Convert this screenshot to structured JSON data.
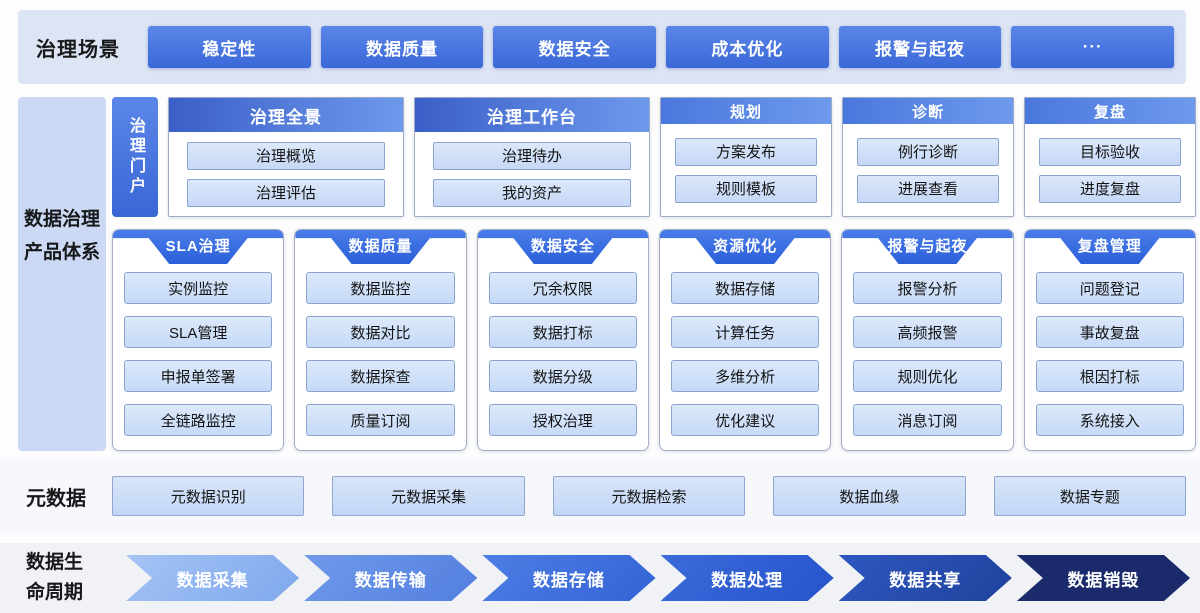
{
  "scenarios": {
    "label": "治理场景",
    "items": [
      "稳定性",
      "数据质量",
      "数据安全",
      "成本优化",
      "报警与起夜",
      "···"
    ]
  },
  "product_system": {
    "label_line1": "数据治理",
    "label_line2": "产品体系",
    "portal_tab": "治理门户",
    "portal_cards": [
      {
        "title": "治理全景",
        "items": [
          "治理概览",
          "治理评估"
        ]
      },
      {
        "title": "治理工作台",
        "items": [
          "治理待办",
          "我的资产"
        ]
      },
      {
        "title": "规划",
        "items": [
          "方案发布",
          "规则模板"
        ]
      },
      {
        "title": "诊断",
        "items": [
          "例行诊断",
          "进展查看"
        ]
      },
      {
        "title": "复盘",
        "items": [
          "目标验收",
          "进度复盘"
        ]
      }
    ],
    "columns": [
      {
        "title": "SLA治理",
        "items": [
          "实例监控",
          "SLA管理",
          "申报单签署",
          "全链路监控"
        ]
      },
      {
        "title": "数据质量",
        "items": [
          "数据监控",
          "数据对比",
          "数据探查",
          "质量订阅"
        ]
      },
      {
        "title": "数据安全",
        "items": [
          "冗余权限",
          "数据打标",
          "数据分级",
          "授权治理"
        ]
      },
      {
        "title": "资源优化",
        "items": [
          "数据存储",
          "计算任务",
          "多维分析",
          "优化建议"
        ]
      },
      {
        "title": "报警与起夜",
        "items": [
          "报警分析",
          "高频报警",
          "规则优化",
          "消息订阅"
        ]
      },
      {
        "title": "复盘管理",
        "items": [
          "问题登记",
          "事故复盘",
          "根因打标",
          "系统接入"
        ]
      }
    ]
  },
  "metadata": {
    "label": "元数据",
    "items": [
      "元数据识别",
      "元数据采集",
      "元数据检索",
      "数据血缘",
      "数据专题"
    ]
  },
  "lifecycle": {
    "label_line1": "数据生",
    "label_line2": "命周期",
    "stages": [
      "数据采集",
      "数据传输",
      "数据存储",
      "数据处理",
      "数据共享",
      "数据销毁"
    ],
    "stage_colors": [
      "#8fb3ee",
      "#5e8ae4",
      "#3e71dd",
      "#2f5fd2",
      "#254bab",
      "#1a2a6b"
    ]
  },
  "colors": {
    "band_light_blue": "#dde4f3",
    "button_blue": "#3b68d8",
    "panel_blue": "#ccd9f4",
    "pill_fill": "#cfe0f8",
    "pill_border": "#8aa3cf",
    "ribbon_blue": "#2b5fd9"
  }
}
